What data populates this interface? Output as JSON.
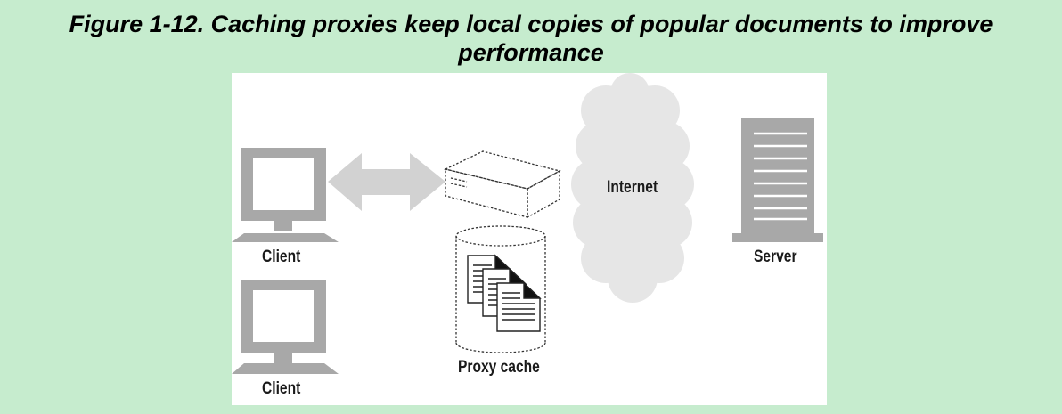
{
  "figure": {
    "caption_line1": "Figure 1-12. Caching proxies keep local copies of popular documents to improve",
    "caption_line2": "performance"
  },
  "diagram": {
    "labels": {
      "client_top": "Client",
      "client_bottom": "Client",
      "proxy_cache": "Proxy cache",
      "internet": "Internet",
      "server": "Server"
    },
    "colors": {
      "background": "#c6ecce",
      "panel": "#ffffff",
      "device_gray": "#a8a8a8",
      "arrow_gray": "#d2d2d2",
      "cloud_gray": "#e6e6e6"
    }
  }
}
